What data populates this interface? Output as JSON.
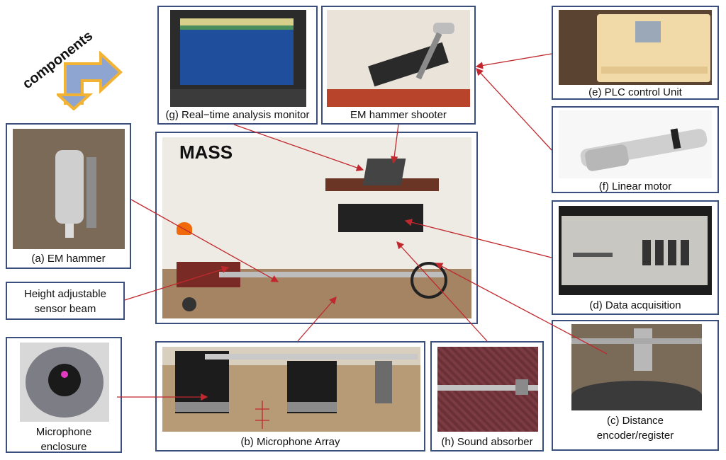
{
  "title_word": "components",
  "main": {
    "title": "MASS"
  },
  "captions": {
    "em_hammer": "(a) EM hammer",
    "microphone_array": "(b) Microphone Array",
    "distance_encoder_1": "(c) Distance",
    "distance_encoder_2": "encoder/register",
    "data_acquisition": "(d) Data acquisition",
    "plc": "(e) PLC control Unit",
    "linear_motor": "(f) Linear motor",
    "monitor": "(g) Real−time analysis monitor",
    "sound_absorber": "(h) Sound absorber",
    "hammer_shooter": "EM hammer shooter",
    "sensor_beam_1": "Height adjustable",
    "sensor_beam_2": "sensor beam",
    "mic_enclosure_1": "Microphone",
    "mic_enclosure_2": "enclosure"
  },
  "colors": {
    "frame": "#3a4f7d",
    "arrow": "#c0282d",
    "chevron_fill": "#8ea5d2",
    "chevron_stroke": "#f2b233"
  }
}
